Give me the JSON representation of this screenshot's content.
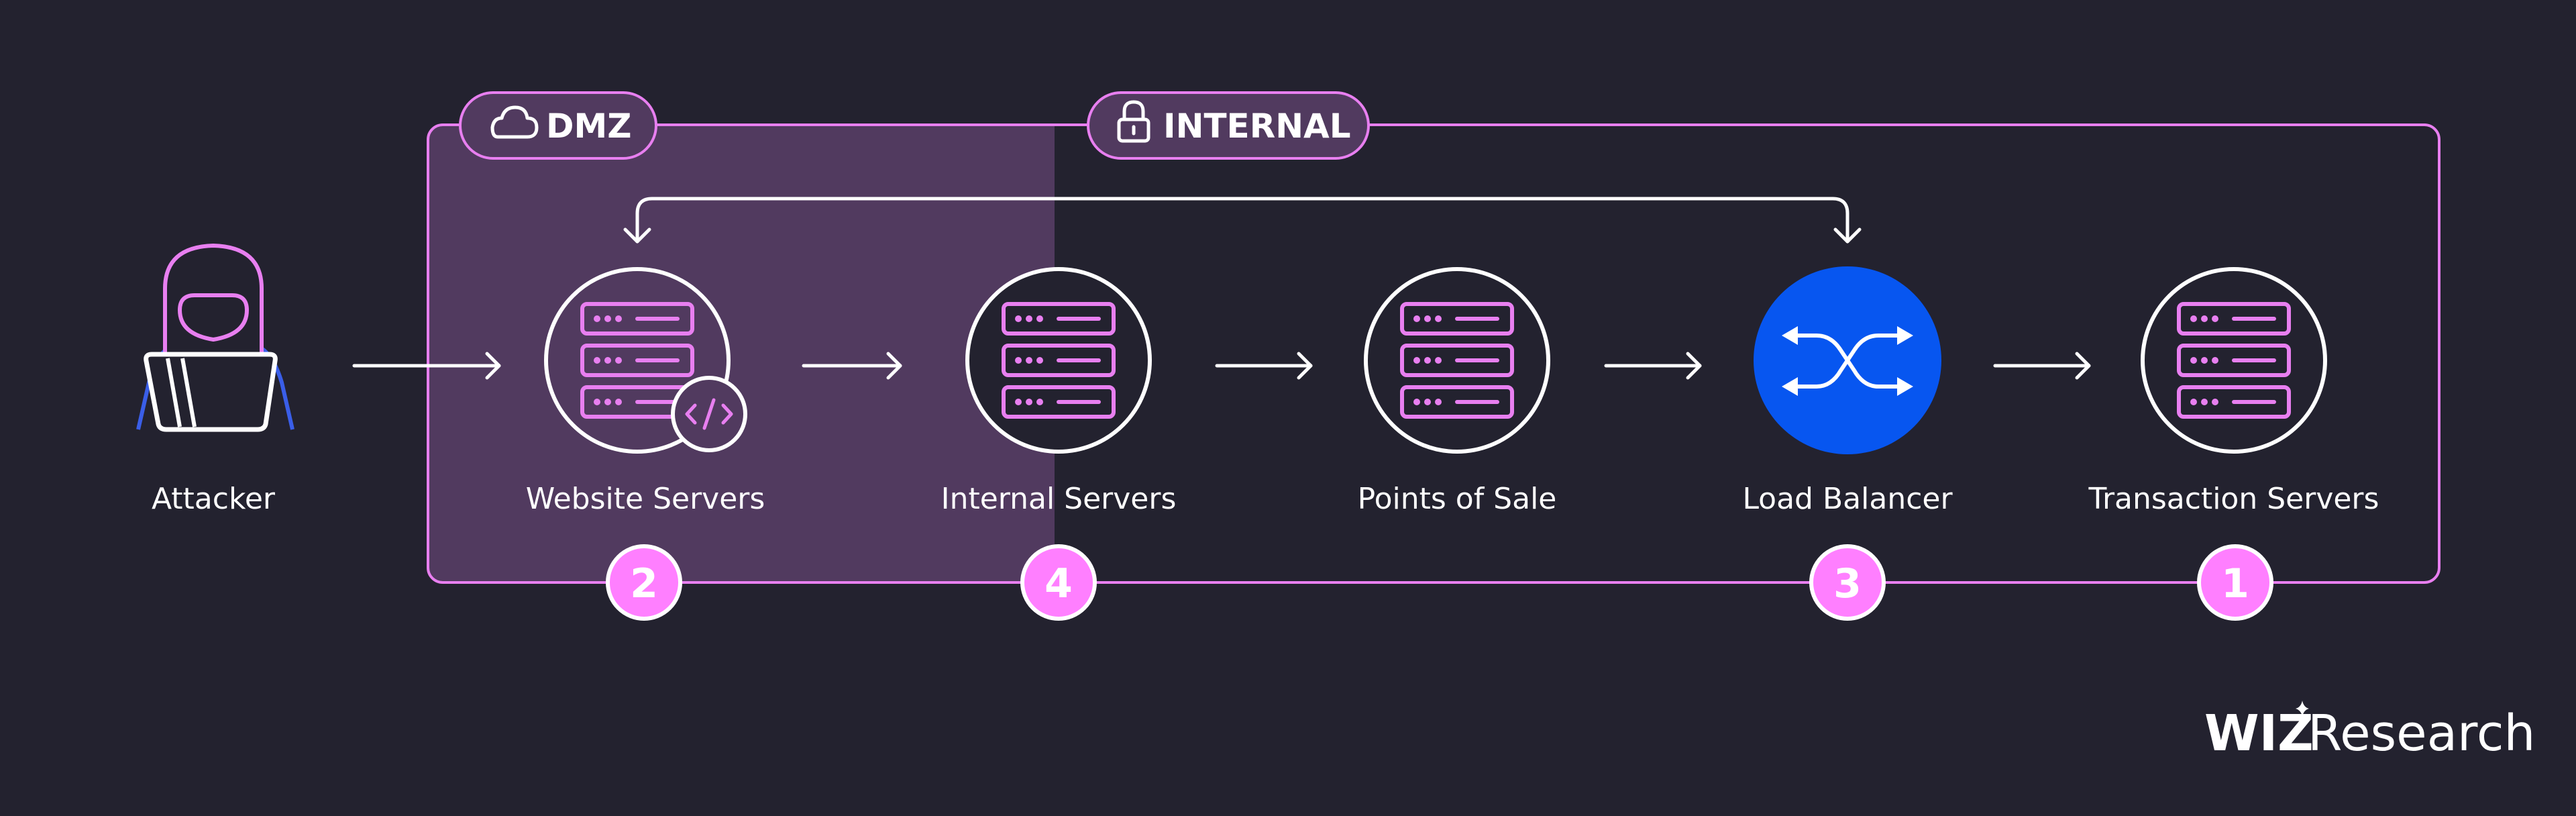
{
  "zones": {
    "dmz": {
      "label": "DMZ",
      "icon": "cloud-icon"
    },
    "internal": {
      "label": "INTERNAL",
      "icon": "lock-icon"
    }
  },
  "nodes": [
    {
      "id": "attacker",
      "label": "Attacker",
      "icon": "hooded-hacker-icon"
    },
    {
      "id": "website",
      "label": "Website Servers",
      "icon": "server-code-icon",
      "step": "2"
    },
    {
      "id": "internal",
      "label": "Internal Servers",
      "icon": "server-icon",
      "step": "4"
    },
    {
      "id": "pos",
      "label": "Points of Sale",
      "icon": "server-icon"
    },
    {
      "id": "lb",
      "label": "Load Balancer",
      "icon": "shuffle-icon",
      "step": "3"
    },
    {
      "id": "transaction",
      "label": "Transaction Servers",
      "icon": "server-icon",
      "step": "1"
    }
  ],
  "brand": {
    "wiz": "WIZ",
    "research": "Research"
  },
  "colors": {
    "background": "#23222f",
    "accent_pink": "#e87ff0",
    "dmz_fill": "#513a5f",
    "badge_fill": "#ff7fff",
    "load_balancer_blue": "#0756f0",
    "line_white": "#ffffff"
  }
}
